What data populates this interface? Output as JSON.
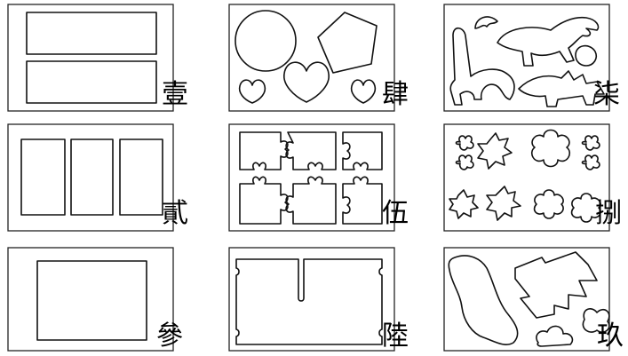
{
  "labels": {
    "p1": "壹",
    "p2": "貳",
    "p3": "參",
    "p4": "肆",
    "p5": "伍",
    "p6": "陸",
    "p7": "柒",
    "p8": "捌",
    "p9": "玖"
  },
  "panels": [
    {
      "id": "p1",
      "content": "two horizontal rectangles"
    },
    {
      "id": "p2",
      "content": "three vertical rectangles"
    },
    {
      "id": "p3",
      "content": "one rectangle"
    },
    {
      "id": "p4",
      "content": "circle, pentagon, hearts"
    },
    {
      "id": "p5",
      "content": "jigsaw puzzle pieces"
    },
    {
      "id": "p6",
      "content": "single board with slot"
    },
    {
      "id": "p7",
      "content": "dinosaurs"
    },
    {
      "id": "p8",
      "content": "flowers"
    },
    {
      "id": "p9",
      "content": "map, tree, clouds"
    }
  ]
}
